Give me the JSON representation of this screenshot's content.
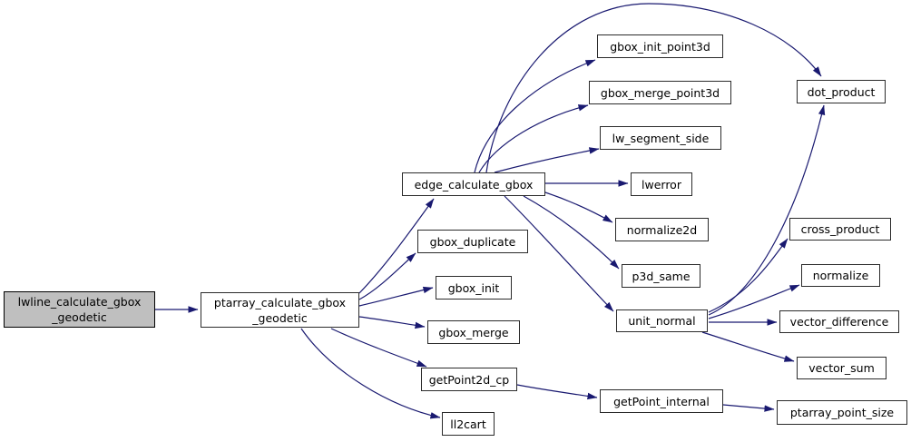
{
  "diagram": {
    "kind": "function-call-graph",
    "colors": {
      "edge": "#191970",
      "node_border": "#2b2b2b",
      "node_fill": "#ffffff",
      "highlight_fill": "#bfbfbf",
      "text": "#000000",
      "background": "#ffffff"
    },
    "nodes": {
      "lwline_calculate_gbox_geodetic": {
        "label": "lwline_calculate_gbox_geodetic",
        "line1": "lwline_calculate_gbox",
        "line2": "_geodetic",
        "highlighted": true
      },
      "ptarray_calculate_gbox_geodetic": {
        "label": "ptarray_calculate_gbox_geodetic",
        "line1": "ptarray_calculate_gbox",
        "line2": "_geodetic",
        "highlighted": false
      },
      "edge_calculate_gbox": {
        "label": "edge_calculate_gbox"
      },
      "gbox_duplicate": {
        "label": "gbox_duplicate"
      },
      "gbox_init": {
        "label": "gbox_init"
      },
      "gbox_merge": {
        "label": "gbox_merge"
      },
      "getPoint2d_cp": {
        "label": "getPoint2d_cp"
      },
      "ll2cart": {
        "label": "ll2cart"
      },
      "gbox_init_point3d": {
        "label": "gbox_init_point3d"
      },
      "gbox_merge_point3d": {
        "label": "gbox_merge_point3d"
      },
      "lw_segment_side": {
        "label": "lw_segment_side"
      },
      "lwerror": {
        "label": "lwerror"
      },
      "normalize2d": {
        "label": "normalize2d"
      },
      "p3d_same": {
        "label": "p3d_same"
      },
      "unit_normal": {
        "label": "unit_normal"
      },
      "dot_product": {
        "label": "dot_product"
      },
      "cross_product": {
        "label": "cross_product"
      },
      "normalize": {
        "label": "normalize"
      },
      "vector_difference": {
        "label": "vector_difference"
      },
      "vector_sum": {
        "label": "vector_sum"
      },
      "getPoint_internal": {
        "label": "getPoint_internal"
      },
      "ptarray_point_size": {
        "label": "ptarray_point_size"
      }
    },
    "edges": [
      {
        "from": "lwline_calculate_gbox_geodetic",
        "to": "ptarray_calculate_gbox_geodetic"
      },
      {
        "from": "ptarray_calculate_gbox_geodetic",
        "to": "edge_calculate_gbox"
      },
      {
        "from": "ptarray_calculate_gbox_geodetic",
        "to": "gbox_duplicate"
      },
      {
        "from": "ptarray_calculate_gbox_geodetic",
        "to": "gbox_init"
      },
      {
        "from": "ptarray_calculate_gbox_geodetic",
        "to": "gbox_merge"
      },
      {
        "from": "ptarray_calculate_gbox_geodetic",
        "to": "getPoint2d_cp"
      },
      {
        "from": "ptarray_calculate_gbox_geodetic",
        "to": "ll2cart"
      },
      {
        "from": "edge_calculate_gbox",
        "to": "gbox_init_point3d"
      },
      {
        "from": "edge_calculate_gbox",
        "to": "gbox_merge_point3d"
      },
      {
        "from": "edge_calculate_gbox",
        "to": "lw_segment_side"
      },
      {
        "from": "edge_calculate_gbox",
        "to": "lwerror"
      },
      {
        "from": "edge_calculate_gbox",
        "to": "normalize2d"
      },
      {
        "from": "edge_calculate_gbox",
        "to": "p3d_same"
      },
      {
        "from": "edge_calculate_gbox",
        "to": "unit_normal"
      },
      {
        "from": "edge_calculate_gbox",
        "to": "dot_product"
      },
      {
        "from": "unit_normal",
        "to": "dot_product"
      },
      {
        "from": "unit_normal",
        "to": "cross_product"
      },
      {
        "from": "unit_normal",
        "to": "normalize"
      },
      {
        "from": "unit_normal",
        "to": "vector_difference"
      },
      {
        "from": "unit_normal",
        "to": "vector_sum"
      },
      {
        "from": "getPoint2d_cp",
        "to": "getPoint_internal"
      },
      {
        "from": "getPoint_internal",
        "to": "ptarray_point_size"
      }
    ]
  }
}
